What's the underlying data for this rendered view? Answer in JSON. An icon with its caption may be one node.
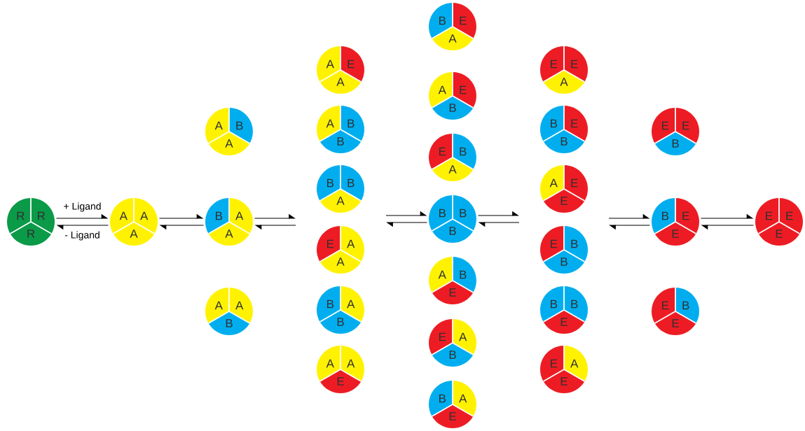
{
  "diagram": {
    "nodes": [
      {
        "text": [
          "R",
          "R",
          "R"
        ]
      },
      {
        "text": [
          "A",
          "A",
          "A"
        ]
      },
      {
        "text": [
          "A",
          "B",
          "A"
        ]
      },
      {
        "text": [
          "B",
          "A",
          "A"
        ]
      },
      {
        "text": [
          "A",
          "A",
          "B"
        ]
      },
      {
        "text": [
          "A",
          "E",
          "A"
        ]
      },
      {
        "text": [
          "A",
          "B",
          "B"
        ]
      },
      {
        "text": [
          "B",
          "B",
          "A"
        ]
      },
      {
        "text": [
          "E",
          "A",
          "A"
        ]
      },
      {
        "text": [
          "B",
          "A",
          "B"
        ]
      },
      {
        "text": [
          "A",
          "A",
          "E"
        ]
      },
      {
        "text": [
          "B",
          "E",
          "A"
        ]
      },
      {
        "text": [
          "A",
          "E",
          "B"
        ]
      },
      {
        "text": [
          "E",
          "B",
          "A"
        ]
      },
      {
        "text": [
          "B",
          "B",
          "B"
        ]
      },
      {
        "text": [
          "A",
          "B",
          "E"
        ]
      },
      {
        "text": [
          "E",
          "A",
          "B"
        ]
      },
      {
        "text": [
          "B",
          "A",
          "E"
        ]
      },
      {
        "text": [
          "E",
          "E",
          "A"
        ]
      },
      {
        "text": [
          "B",
          "E",
          "B"
        ]
      },
      {
        "text": [
          "A",
          "E",
          "E"
        ]
      },
      {
        "text": [
          "E",
          "B",
          "B"
        ]
      },
      {
        "text": [
          "B",
          "B",
          "E"
        ]
      },
      {
        "text": [
          "E",
          "A",
          "E"
        ]
      },
      {
        "text": [
          "E",
          "E",
          "B"
        ]
      },
      {
        "text": [
          "B",
          "E",
          "E"
        ]
      },
      {
        "text": [
          "E",
          "B",
          "E"
        ]
      },
      {
        "text": [
          "E",
          "E",
          "E"
        ]
      }
    ],
    "edges": [
      {
        "from": 0,
        "to": 1,
        "arrow": "to",
        "label": "+ Ligand"
      },
      {
        "from": 1,
        "to": 0,
        "arrow": "to",
        "label": "- Ligand"
      },
      {
        "from": 1,
        "to": 3,
        "arrow": "to"
      },
      {
        "from": 3,
        "to": 1,
        "arrow": "to"
      },
      {
        "from": 3,
        "to": null,
        "arrow": "to"
      },
      {
        "from": null,
        "to": 3,
        "arrow": "to"
      },
      {
        "from": null,
        "to": 14,
        "arrow": "to"
      },
      {
        "from": 14,
        "to": null,
        "arrow": "to"
      },
      {
        "from": 14,
        "to": null,
        "arrow": "to"
      },
      {
        "from": null,
        "to": 14,
        "arrow": "to"
      },
      {
        "from": null,
        "to": 25,
        "arrow": "to"
      },
      {
        "from": 25,
        "to": null,
        "arrow": "to"
      },
      {
        "from": 25,
        "to": 27,
        "arrow": "to"
      },
      {
        "from": 27,
        "to": 25,
        "arrow": "to"
      }
    ]
  }
}
